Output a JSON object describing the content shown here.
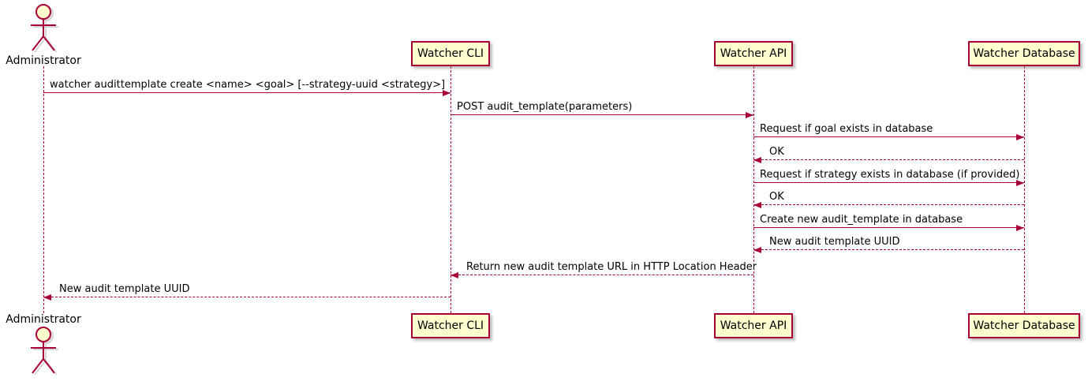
{
  "diagram": {
    "type": "sequence",
    "colors": {
      "accent": "#A80036",
      "participant_fill": "#FEFECE",
      "text": "#000000",
      "background": "#FFFFFF"
    },
    "actor": {
      "label": "Administrator"
    },
    "participants": [
      {
        "label": "Watcher CLI"
      },
      {
        "label": "Watcher API"
      },
      {
        "label": "Watcher Database"
      }
    ],
    "messages": [
      {
        "from": "Administrator",
        "to": "Watcher CLI",
        "style": "solid",
        "text": "watcher audittemplate create <name> <goal> [--strategy-uuid <strategy>]"
      },
      {
        "from": "Watcher CLI",
        "to": "Watcher API",
        "style": "solid",
        "text": "POST audit_template(parameters)"
      },
      {
        "from": "Watcher API",
        "to": "Watcher Database",
        "style": "solid",
        "text": "Request if goal exists in database"
      },
      {
        "from": "Watcher Database",
        "to": "Watcher API",
        "style": "dashed",
        "text": "OK"
      },
      {
        "from": "Watcher API",
        "to": "Watcher Database",
        "style": "solid",
        "text": "Request if strategy exists in database (if provided)"
      },
      {
        "from": "Watcher Database",
        "to": "Watcher API",
        "style": "dashed",
        "text": "OK"
      },
      {
        "from": "Watcher API",
        "to": "Watcher Database",
        "style": "solid",
        "text": "Create new audit_template in database"
      },
      {
        "from": "Watcher Database",
        "to": "Watcher API",
        "style": "dashed",
        "text": "New audit template UUID"
      },
      {
        "from": "Watcher API",
        "to": "Watcher CLI",
        "style": "dashed",
        "text": "Return new audit template URL in HTTP Location Header"
      },
      {
        "from": "Watcher CLI",
        "to": "Administrator",
        "style": "dashed",
        "text": "New audit template UUID"
      }
    ]
  }
}
